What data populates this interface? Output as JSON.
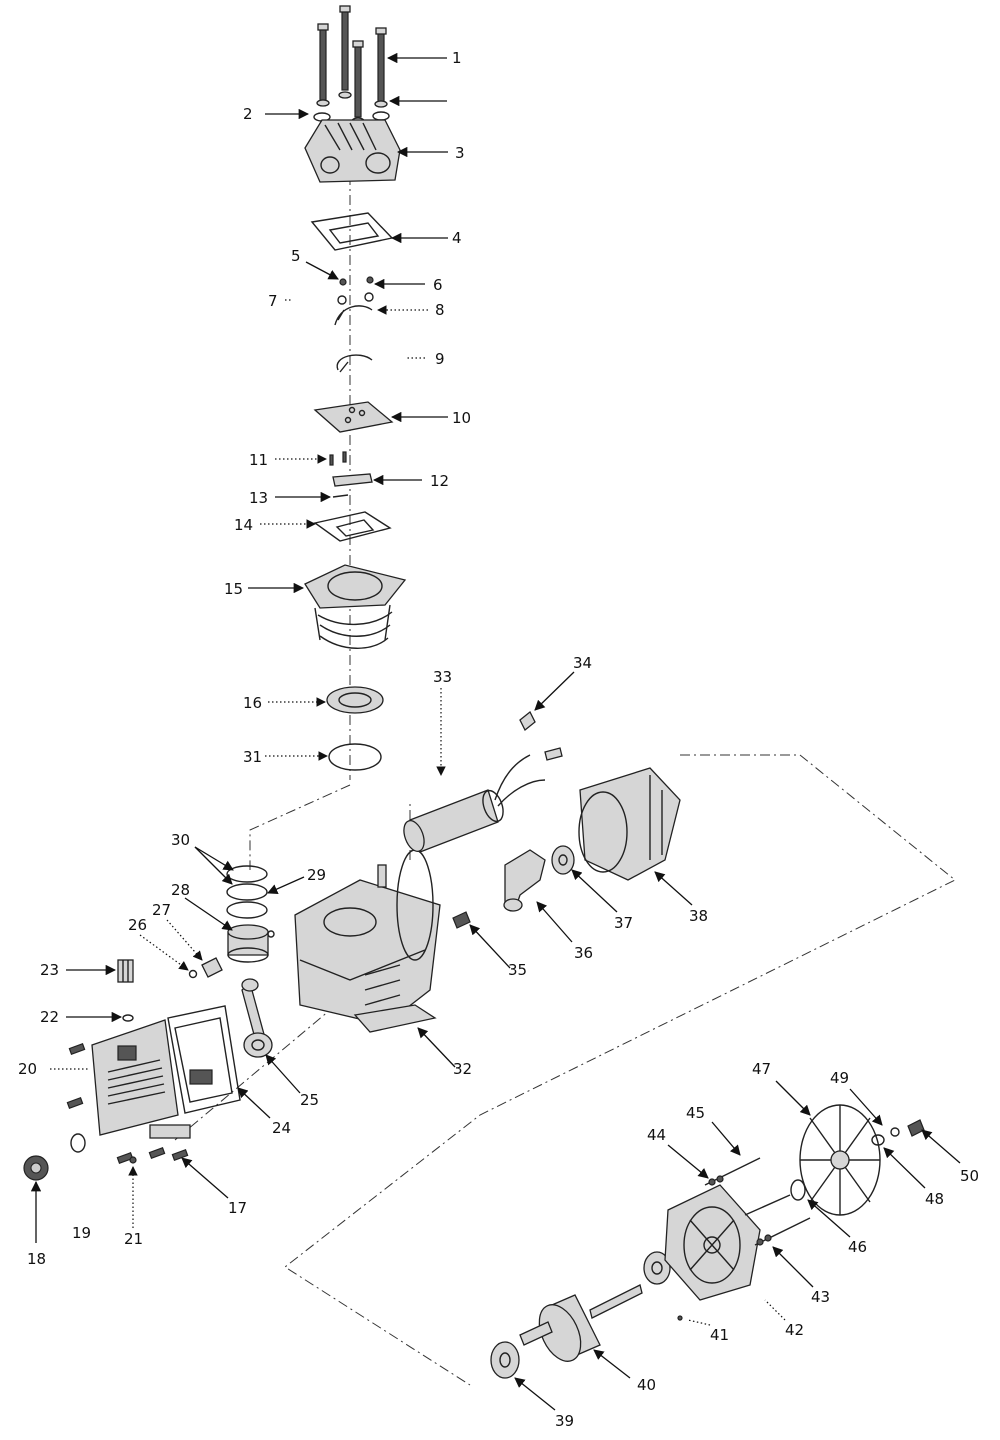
{
  "colors": {
    "line": "#222222",
    "fill": "#d6d6d6",
    "background": "#ffffff"
  },
  "callouts": [
    "1",
    "2",
    "3",
    "4",
    "5",
    "6",
    "7",
    "8",
    "9",
    "10",
    "11",
    "12",
    "13",
    "14",
    "15",
    "16",
    "31",
    "30",
    "29",
    "28",
    "27",
    "26",
    "23",
    "22",
    "20",
    "18",
    "19",
    "21",
    "17",
    "24",
    "25",
    "32",
    "33",
    "34",
    "35",
    "36",
    "37",
    "38",
    "47",
    "49",
    "50",
    "48",
    "45",
    "44",
    "46",
    "43",
    "42",
    "41",
    "40",
    "39"
  ]
}
